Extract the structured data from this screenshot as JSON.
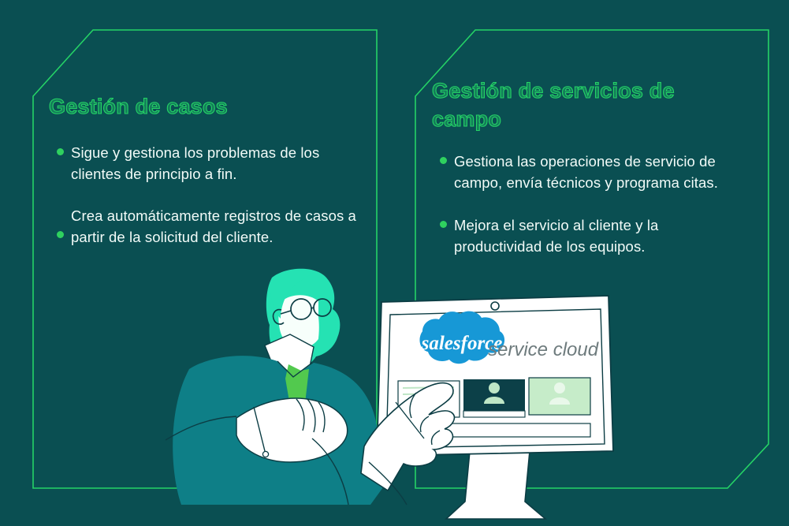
{
  "page": {
    "background_color": "#0a4f52",
    "accent_green": "#25d366",
    "bullet_green": "#2fd15f",
    "body_text_color": "#f2fbf8"
  },
  "panels": [
    {
      "id": "left",
      "heading": "Gestión de casos",
      "bullets": [
        "Sigue y gestiona los problemas de los clientes de principio a fin.",
        "Crea automáticamente registros de casos a partir de la solicitud del cliente."
      ]
    },
    {
      "id": "right",
      "heading": "Gestión de servicios de campo",
      "bullets": [
        "Gestiona las operaciones de servicio de campo, envía técnicos y programa citas.",
        "Mejora el servicio al cliente y la productividad de los equipos."
      ]
    }
  ],
  "illustration": {
    "screen_brand": "salesforce",
    "screen_product": "service cloud",
    "brand_cloud_color": "#1798d6",
    "product_text_color": "#6e7b7d",
    "person_hair_color": "#25e2b3",
    "person_shirt_color": "#0e7f87",
    "person_tie_color": "#52c94e",
    "monitor_body_color": "#ffffff",
    "card_tile_dark_color": "#0c4048",
    "card_tile_light_color": "#c6ecc9"
  }
}
